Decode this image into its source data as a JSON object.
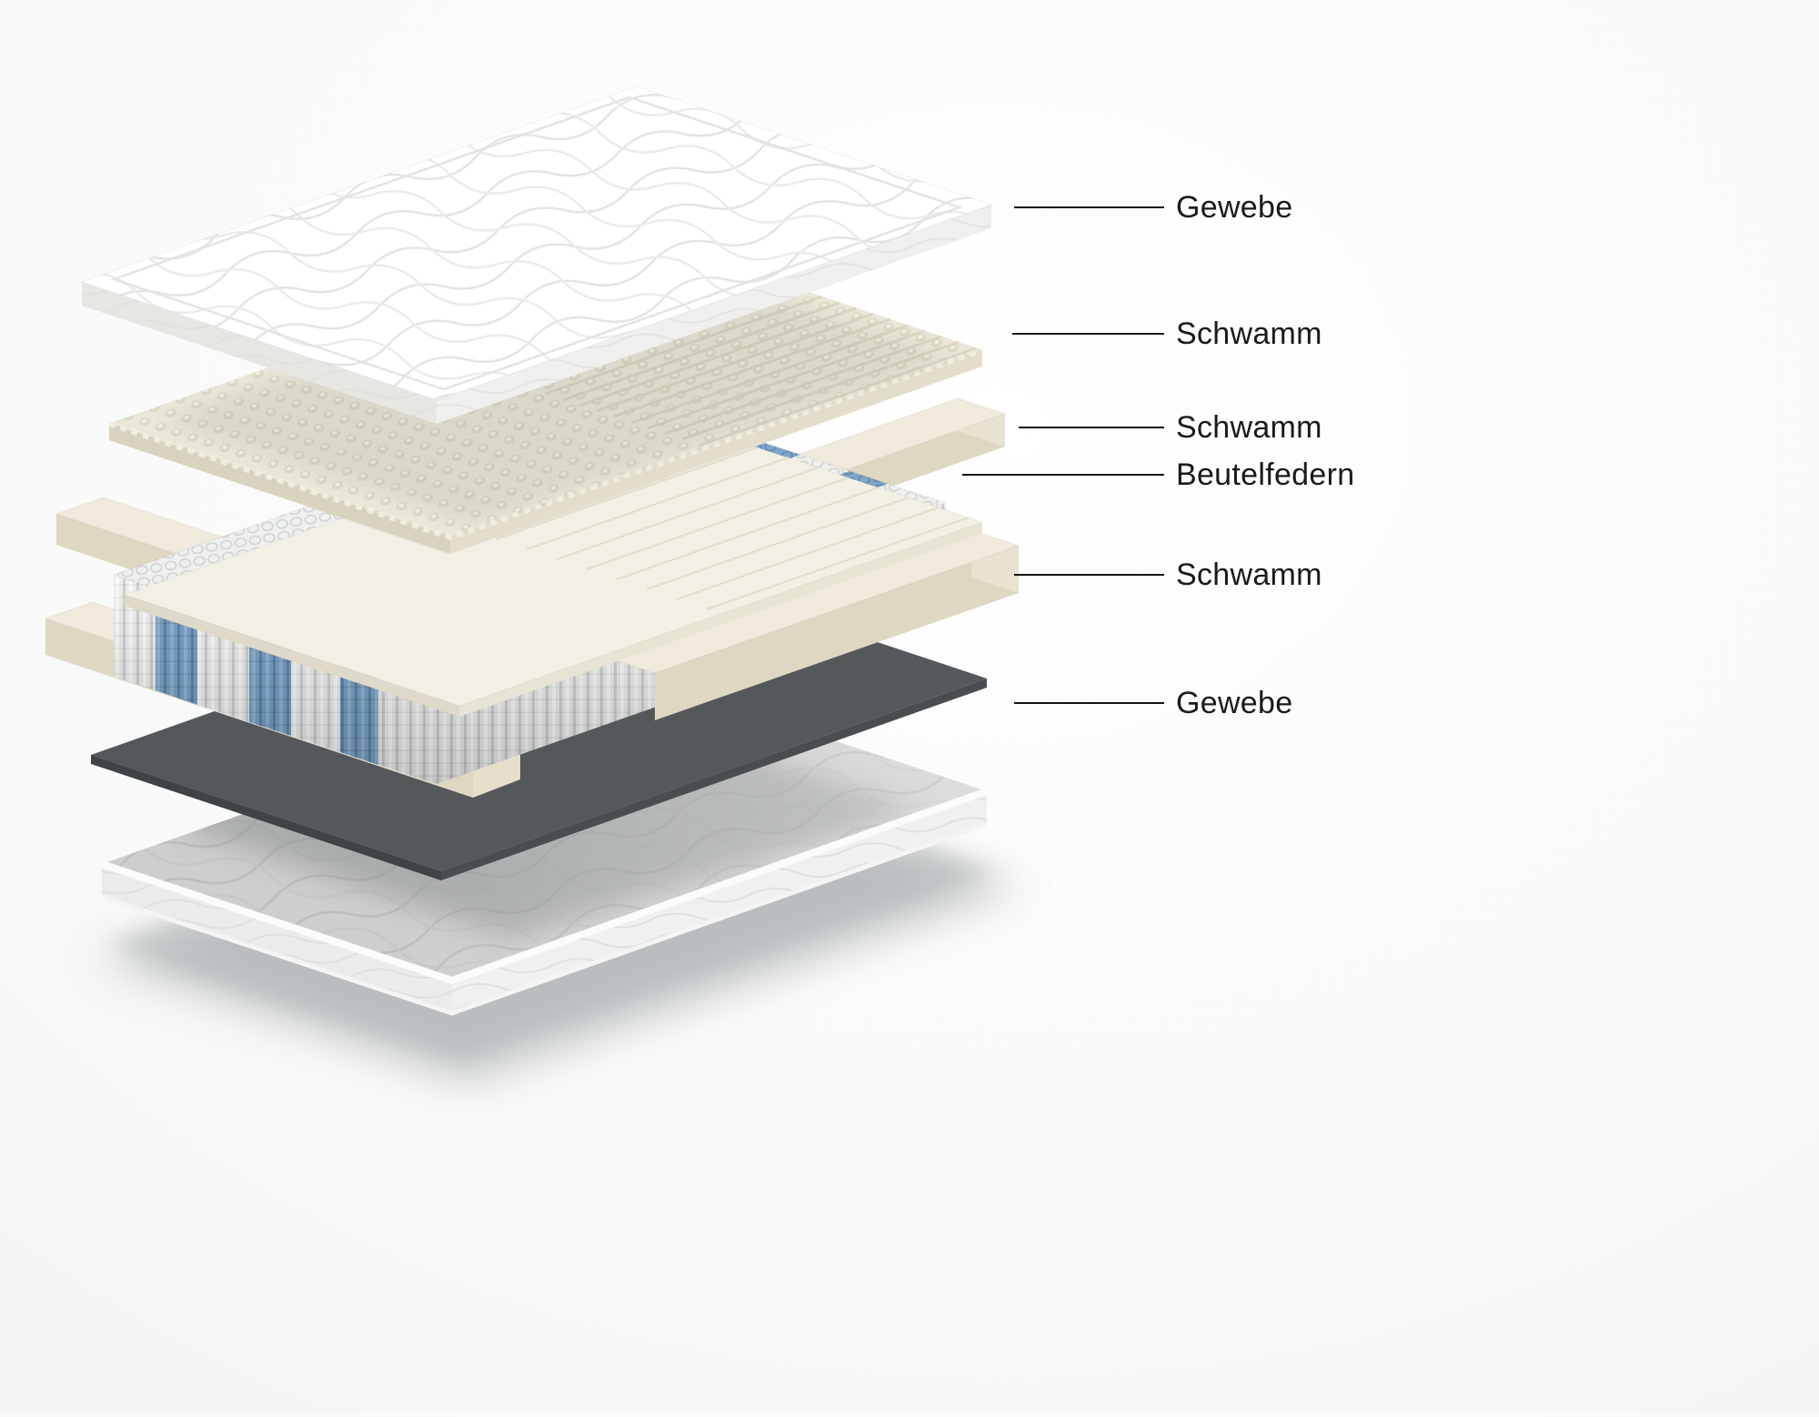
{
  "diagram": {
    "type": "exploded-view",
    "subject": "mattress-layer-construction",
    "labels": [
      {
        "text": "Gewebe"
      },
      {
        "text": "Schwamm"
      },
      {
        "text": "Schwamm"
      },
      {
        "text": "Beutelfedern"
      },
      {
        "text": "Schwamm"
      },
      {
        "text": "Gewebe"
      }
    ],
    "colors": {
      "label_text": "#1a1a1a",
      "callout_line": "#141414",
      "spring_blue": "#7fa6c9",
      "spring_white": "#eef0ef",
      "foam_cream": "#efeadb",
      "fabric_white": "#ffffff",
      "fabric_gray_bottom": "#cdcecd",
      "felt_dark": "#55585b"
    }
  }
}
